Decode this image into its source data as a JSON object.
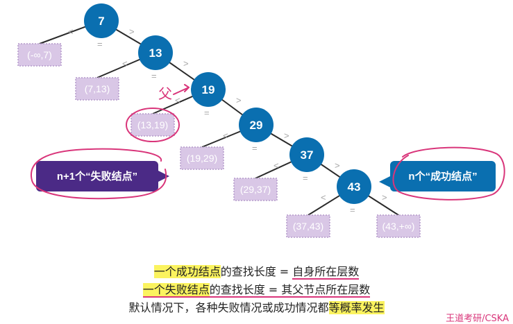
{
  "tree": {
    "nodes": [
      {
        "key": "7"
      },
      {
        "key": "13"
      },
      {
        "key": "19"
      },
      {
        "key": "29"
      },
      {
        "key": "37"
      },
      {
        "key": "43"
      }
    ],
    "failure_nodes": [
      {
        "label": "(-∞,7)"
      },
      {
        "label": "(7,13)"
      },
      {
        "label": "(13,19)"
      },
      {
        "label": "(19,29)"
      },
      {
        "label": "(29,37)"
      },
      {
        "label": "(37,43)"
      },
      {
        "label": "(43,+∞)"
      }
    ],
    "symbols": {
      "less": "<",
      "greater": ">",
      "equal": "="
    }
  },
  "annotations": {
    "failure_count": "n+1个“失败结点”",
    "success_count": "n个“成功结点”",
    "handwritten_parent": "父"
  },
  "captions": {
    "line1": {
      "a": "一个成功结点",
      "b": "的查找长度 = ",
      "c": "自身所在层数"
    },
    "line2": {
      "a": "一个失败结点",
      "b": "的查找长度 = 其父节点所在层数"
    },
    "line3": {
      "a": "默认情况下，各种失败情况或成功情况都",
      "b": "等概率发生"
    }
  },
  "watermark": "王道考研/CSKA",
  "colors": {
    "node": "#0a6fb0",
    "failure_node": "#d9c7e6",
    "edge": "#2a2a2a",
    "symbol": "#a6a6a6",
    "annotation_pink": "#d9357a",
    "failure_bubble": "#4b2a86",
    "highlight": "#fbf35f"
  }
}
